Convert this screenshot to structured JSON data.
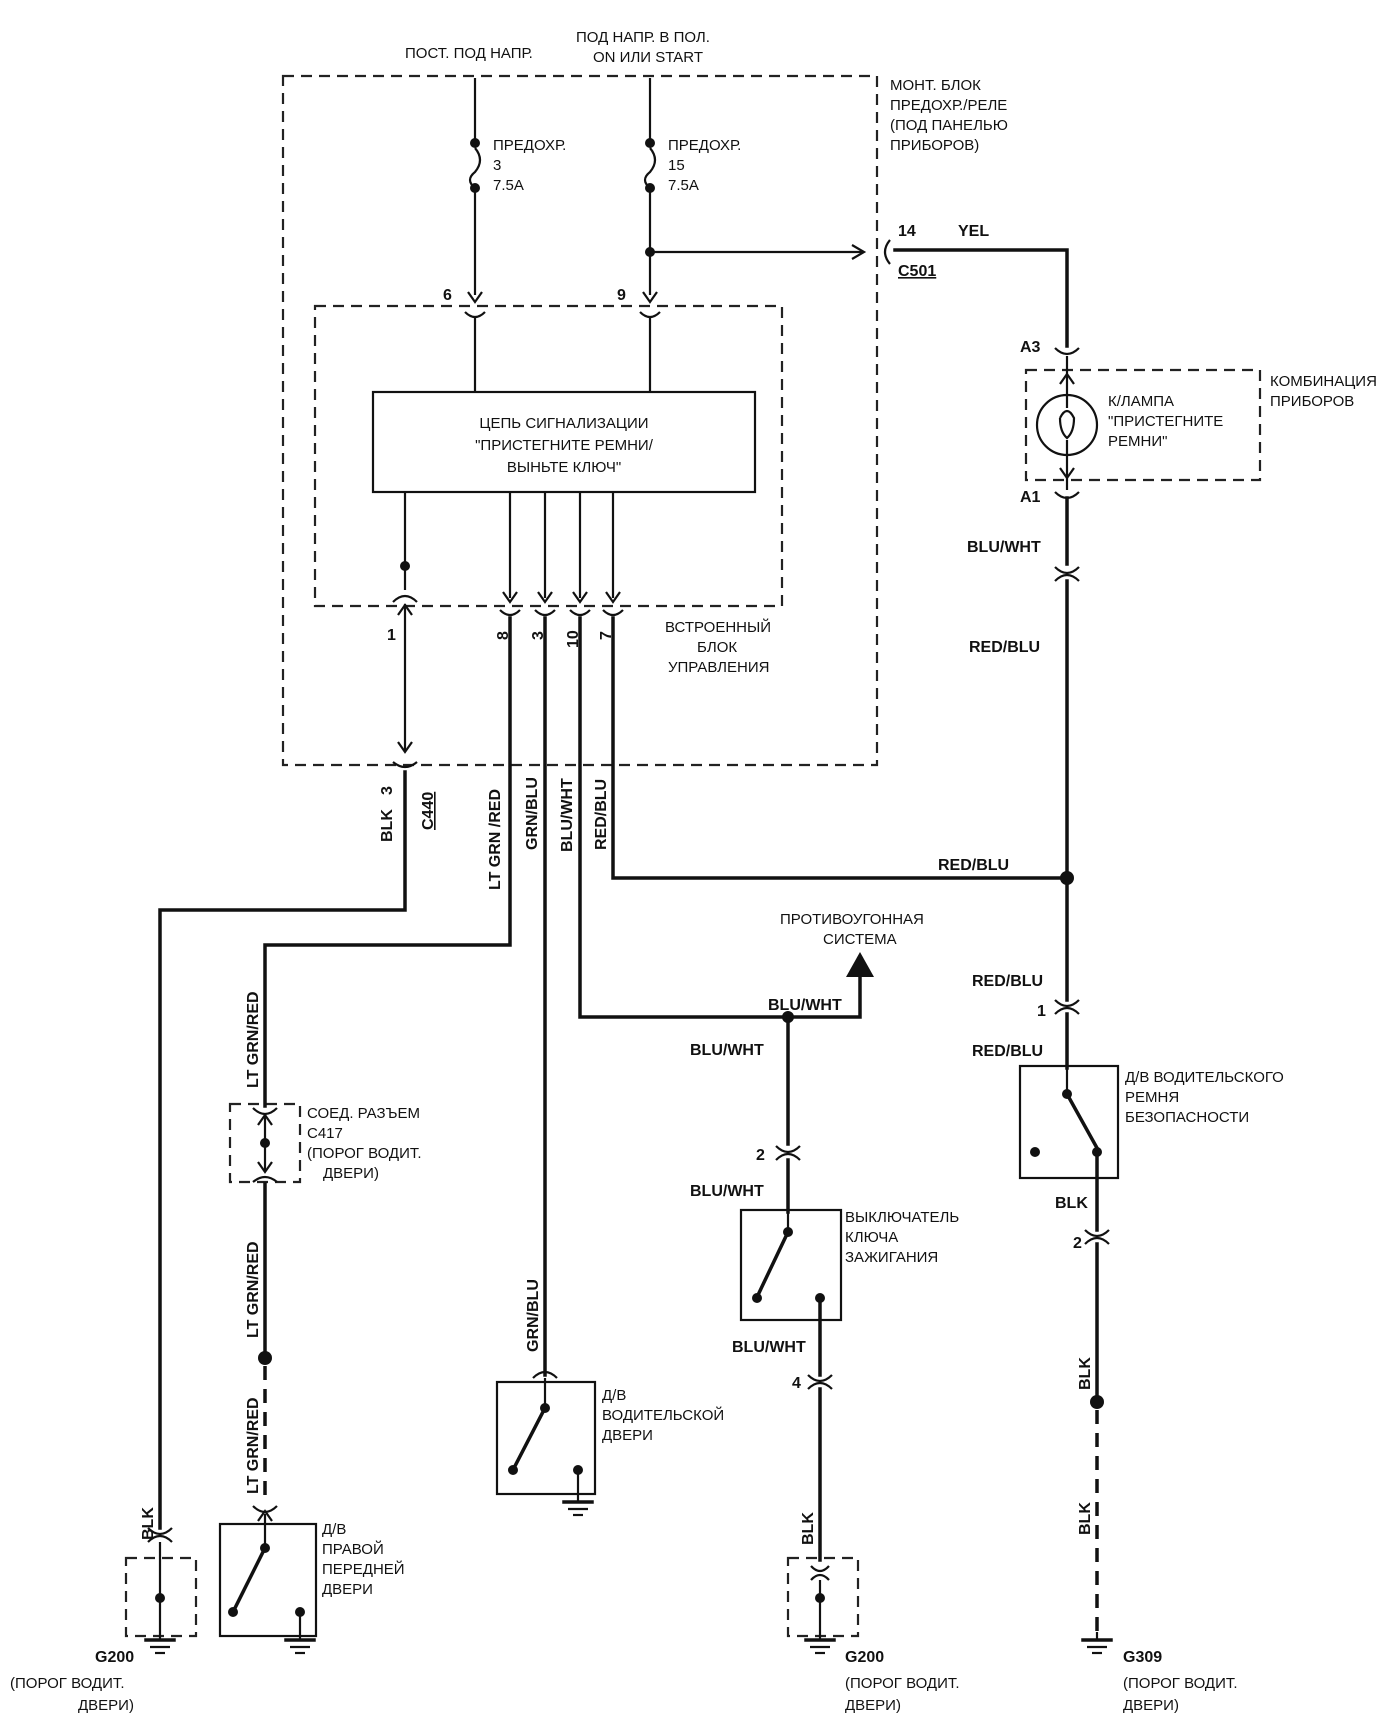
{
  "labels": {
    "const_power": "ПОСТ. ПОД НАПР.",
    "ign_power_1": "ПОД НАПР. В ПОЛ.",
    "ign_power_2": "ON ИЛИ START",
    "fuse_block_1": "МОНТ. БЛОК",
    "fuse_block_2": "ПРЕДОХР./РЕЛЕ",
    "fuse_block_3": "(ПОД ПАНЕЛЬЮ",
    "fuse_block_4": "ПРИБОРОВ)",
    "fuse3_1": "ПРЕДОХР.",
    "fuse3_2": "3",
    "fuse3_3": "7.5A",
    "fuse15_1": "ПРЕДОХР.",
    "fuse15_2": "15",
    "fuse15_3": "7.5A",
    "c501_pin": "14",
    "c501": "C501",
    "pin6": "6",
    "pin9": "9",
    "circuit_1": "ЦЕПЬ СИГНАЛИЗАЦИИ",
    "circuit_2": "\"ПРИСТЕГНИТЕ РЕМНИ/",
    "circuit_3": "ВЫНЬТЕ КЛЮЧ\"",
    "pin1": "1",
    "pin8": "8",
    "pin3": "3",
    "pin10": "10",
    "pin7": "7",
    "ctrl_unit_1": "ВСТРОЕННЫЙ",
    "ctrl_unit_2": "БЛОК",
    "ctrl_unit_3": "УПРАВЛЕНИЯ",
    "c440_pin": "3",
    "c440": "C440",
    "a3": "A3",
    "a1": "A1",
    "cluster_1": "КОМБИНАЦИЯ",
    "cluster_2": "ПРИБОРОВ",
    "lamp_1": "К/ЛАМПА",
    "lamp_2": "\"ПРИСТЕГНИТЕ",
    "lamp_3": "РЕМНИ\"",
    "antitheft_1": "ПРОТИВОУГОННАЯ",
    "antitheft_2": "СИСТЕМА",
    "c417_1": "СОЕД. РАЗЪЕМ",
    "c417_2": "C417",
    "c417_3": "(ПОРОГ ВОДИТ.",
    "c417_4": "ДВЕРИ)",
    "pin_sw1": "1",
    "belt_sw_1": "Д/В ВОДИТЕЛЬСКОГО",
    "belt_sw_2": "РЕМНЯ",
    "belt_sw_3": "БЕЗОПАСНОСТИ",
    "pin_belt2": "2",
    "pin_ign2": "2",
    "pin_ign4": "4",
    "ign_sw_1": "ВЫКЛЮЧАТЕЛЬ",
    "ign_sw_2": "КЛЮЧА",
    "ign_sw_3": "ЗАЖИГАНИЯ",
    "door_sw_1": "Д/В",
    "door_sw_2": "ВОДИТЕЛЬСКОЙ",
    "door_sw_3": "ДВЕРИ",
    "rf_door_1": "Д/В",
    "rf_door_2": "ПРАВОЙ",
    "rf_door_3": "ПЕРЕДНЕЙ",
    "rf_door_4": "ДВЕРИ",
    "g200_left": "G200",
    "g200_left_loc_1": "(ПОРОГ ВОДИТ.",
    "g200_left_loc_2": "ДВЕРИ)",
    "g200_right": "G200",
    "g200_right_loc_1": "(ПОРОГ ВОДИТ.",
    "g200_right_loc_2": "ДВЕРИ)",
    "g309": "G309",
    "g309_loc_1": "(ПОРОГ ВОДИТ.",
    "g309_loc_2": "ДВЕРИ)"
  },
  "wires": {
    "yel": "YEL",
    "blu_wht_a1": "BLU/WHT",
    "red_blu_1": "RED/BLU",
    "red_blu_junction": "RED/BLU",
    "red_blu_2": "RED/BLU",
    "red_blu_3": "RED/BLU",
    "blk_belt": "BLK",
    "blk_belt_2": "BLK",
    "blk_belt_3": "BLK",
    "blk_c440": "BLK",
    "lt_grn_red_v": "LT GRN /RED",
    "grn_blu_v": "GRN/BLU",
    "blu_wht_v": "BLU/WHT",
    "red_blu_v": "RED/BLU",
    "blu_wht_antitheft": "BLU/WHT",
    "blu_wht_ign_1": "BLU/WHT",
    "blu_wht_ign_2": "BLU/WHT",
    "blu_wht_ign_3": "BLU/WHT",
    "lt_grn_red_1": "LT GRN/RED",
    "lt_grn_red_2": "LT GRN/RED",
    "lt_grn_red_3": "LT GRN/RED",
    "grn_blu_door": "GRN/BLU",
    "blk_g200_left": "BLK",
    "blk_g200_right": "BLK"
  }
}
